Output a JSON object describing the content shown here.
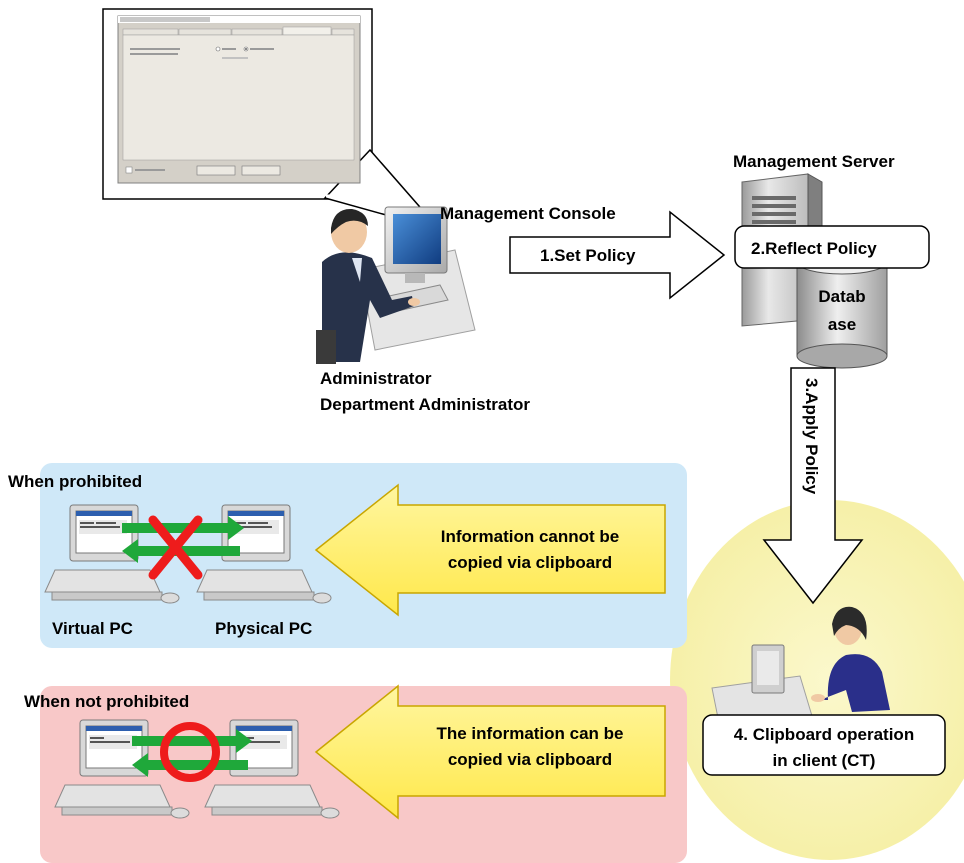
{
  "diagram": {
    "management_console_label": "Management Console",
    "management_server_label": "Management Server",
    "step1_label": "1.Set Policy",
    "step2_label": "2.Reflect Policy",
    "database_label_line1": "Datab",
    "database_label_line2": "ase",
    "step3_label": "3.Apply Policy",
    "administrator_line1": "Administrator",
    "administrator_line2": "Department Administrator",
    "prohibited": {
      "title": "When prohibited",
      "message_line1": "Information cannot be",
      "message_line2": "copied  via clipboard",
      "virtual_pc_label": "Virtual PC",
      "physical_pc_label": "Physical PC"
    },
    "not_prohibited": {
      "title": "When not prohibited",
      "message_line1": "The information can be",
      "message_line2": "copied via clipboard"
    },
    "step4_line1": "4. Clipboard operation",
    "step4_line2": "in client (CT)"
  },
  "colors": {
    "prohibited_bg": "#cfe8f8",
    "not_prohibited_bg": "#f8c8c8",
    "client_circle": "#f8f4b8",
    "callout_fill": "#fff06a",
    "green_arrow": "#1fa83a",
    "red_mark": "#ee1c1c"
  }
}
